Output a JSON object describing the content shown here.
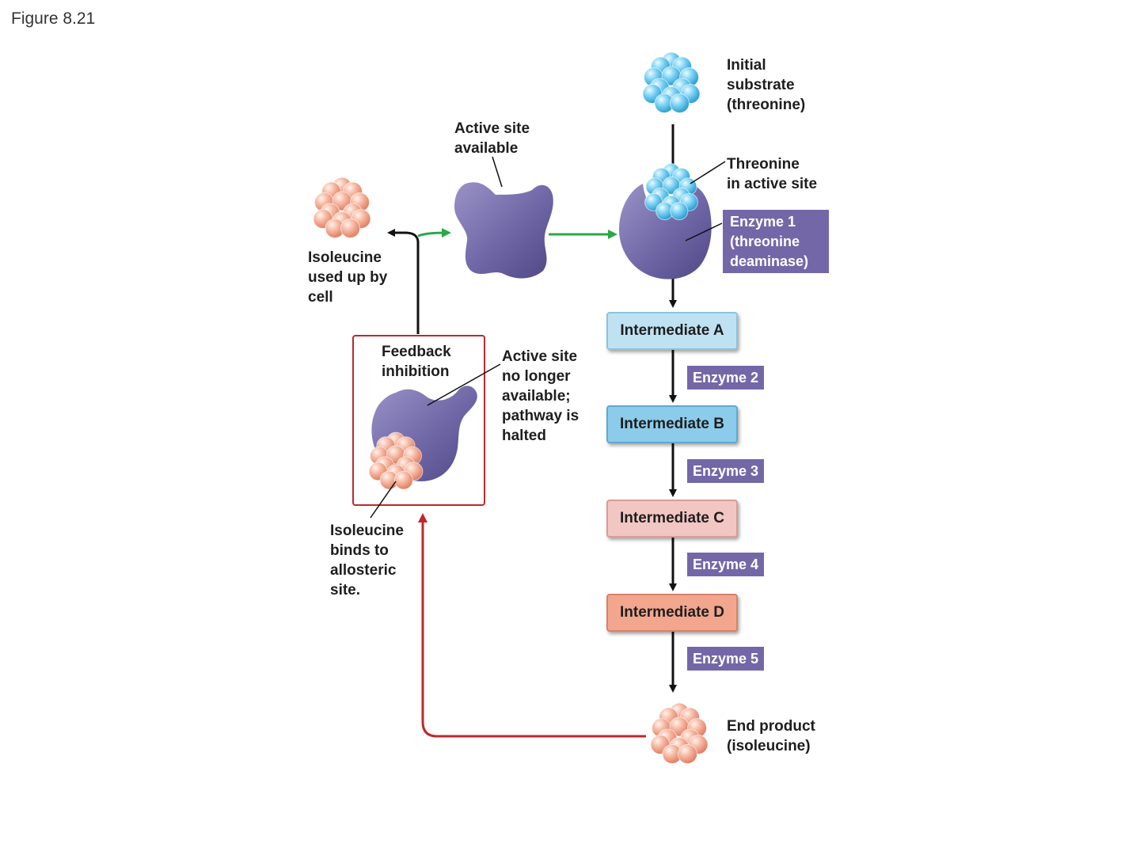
{
  "figure_label": "Figure 8.21",
  "labels": {
    "initial_substrate": [
      "Initial",
      "substrate",
      "(threonine)"
    ],
    "active_site_available": [
      "Active site",
      "available"
    ],
    "threonine_in_active_site": [
      "Threonine",
      "in active site"
    ],
    "enzyme_1": [
      "Enzyme 1",
      "(threonine",
      "deaminase)"
    ],
    "isoleucine_used_up": [
      "Isoleucine",
      "used up by",
      "cell"
    ],
    "feedback_inhibition": [
      "Feedback",
      "inhibition"
    ],
    "active_site_no_longer": [
      "Active site",
      "no longer",
      "available;",
      "pathway is",
      "halted"
    ],
    "isoleucine_binds": [
      "Isoleucine",
      "binds to",
      "allosteric",
      "site."
    ],
    "end_product": [
      "End product",
      "(isoleucine)"
    ]
  },
  "intermediates": [
    {
      "label": "Intermediate A",
      "fill": "#bfe2f3",
      "border": "#8cc3de"
    },
    {
      "label": "Intermediate B",
      "fill": "#8ccbea",
      "border": "#5fa9cf"
    },
    {
      "label": "Intermediate C",
      "fill": "#f2c6c3",
      "border": "#d99c98"
    },
    {
      "label": "Intermediate D",
      "fill": "#f2a68e",
      "border": "#d9806a"
    }
  ],
  "enzymes": [
    "Enzyme 2",
    "Enzyme 3",
    "Enzyme 4",
    "Enzyme 5"
  ],
  "colors": {
    "enzyme_purple": "#7467a8",
    "enzyme_shape": "#6f66a6",
    "substrate_blue": "#4fb8e6",
    "product_salmon": "#f5a88f",
    "green_arrow": "#2aa84a",
    "feedback_red": "#c0272d"
  }
}
